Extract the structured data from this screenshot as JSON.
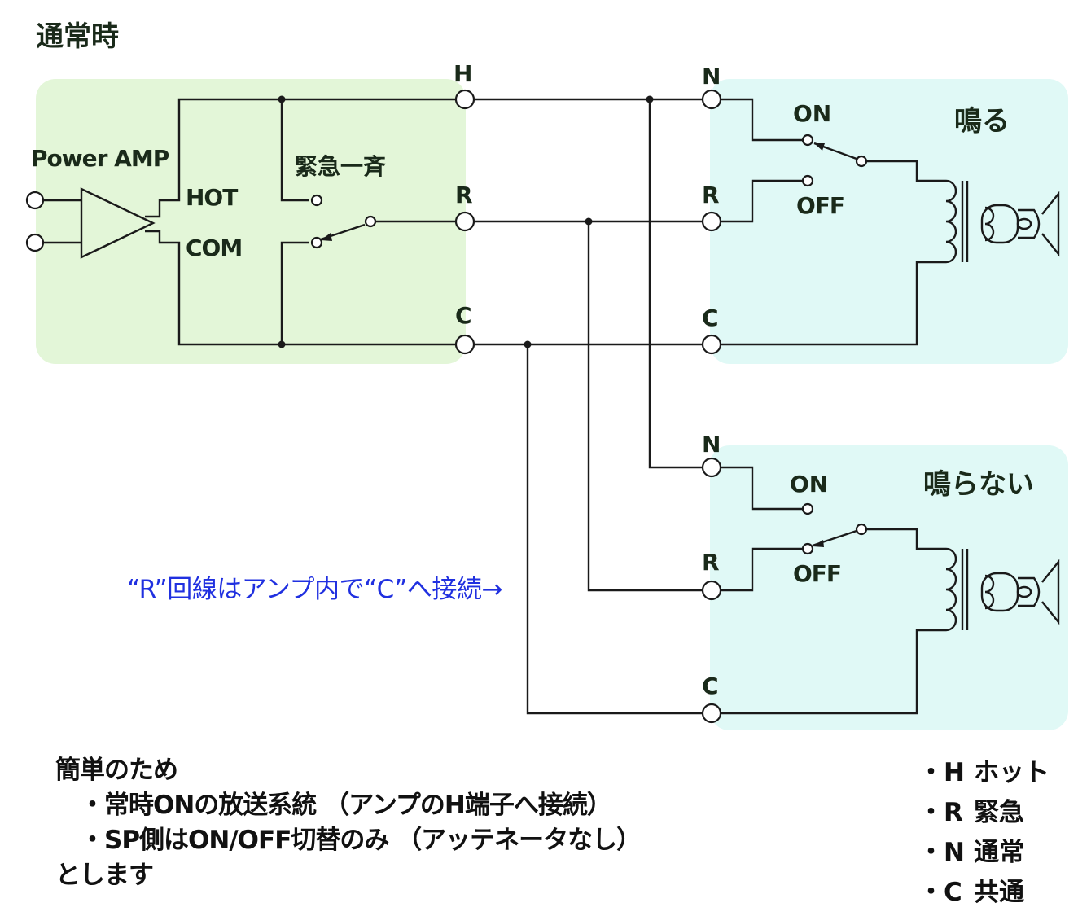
{
  "title": "通常時",
  "amp": {
    "label": "Power AMP",
    "hot": "HOT",
    "com": "COM",
    "emergency_switch": "緊急一斉"
  },
  "amp_terminals": [
    "H",
    "R",
    "C"
  ],
  "speaker_top": {
    "terminals": [
      "N",
      "R",
      "C"
    ],
    "on": "ON",
    "off": "OFF",
    "status": "鳴る",
    "status_color": "#e00000"
  },
  "speaker_bottom": {
    "terminals": [
      "N",
      "R",
      "C"
    ],
    "on": "ON",
    "off": "OFF",
    "status": "鳴らない",
    "status_color": "#1a2ee0"
  },
  "annotation": {
    "text": "“R”回線はアンプ内で“C”へ接続→",
    "color": "#2030e0"
  },
  "colors": {
    "amp_panel": "#e3f6d8",
    "speaker_panel": "#e0f9f6"
  },
  "notes": {
    "line1": "簡単のため",
    "line2": "・常時ONの放送系統 （アンプのH端子へ接続）",
    "line3": "・SP側はON/OFF切替のみ （アッテネータなし）",
    "line4": "とします"
  },
  "legend": [
    {
      "key": "・H",
      "value": "ホット"
    },
    {
      "key": "・R",
      "value": "緊急"
    },
    {
      "key": "・N",
      "value": "通常"
    },
    {
      "key": "・C",
      "value": "共通"
    }
  ]
}
